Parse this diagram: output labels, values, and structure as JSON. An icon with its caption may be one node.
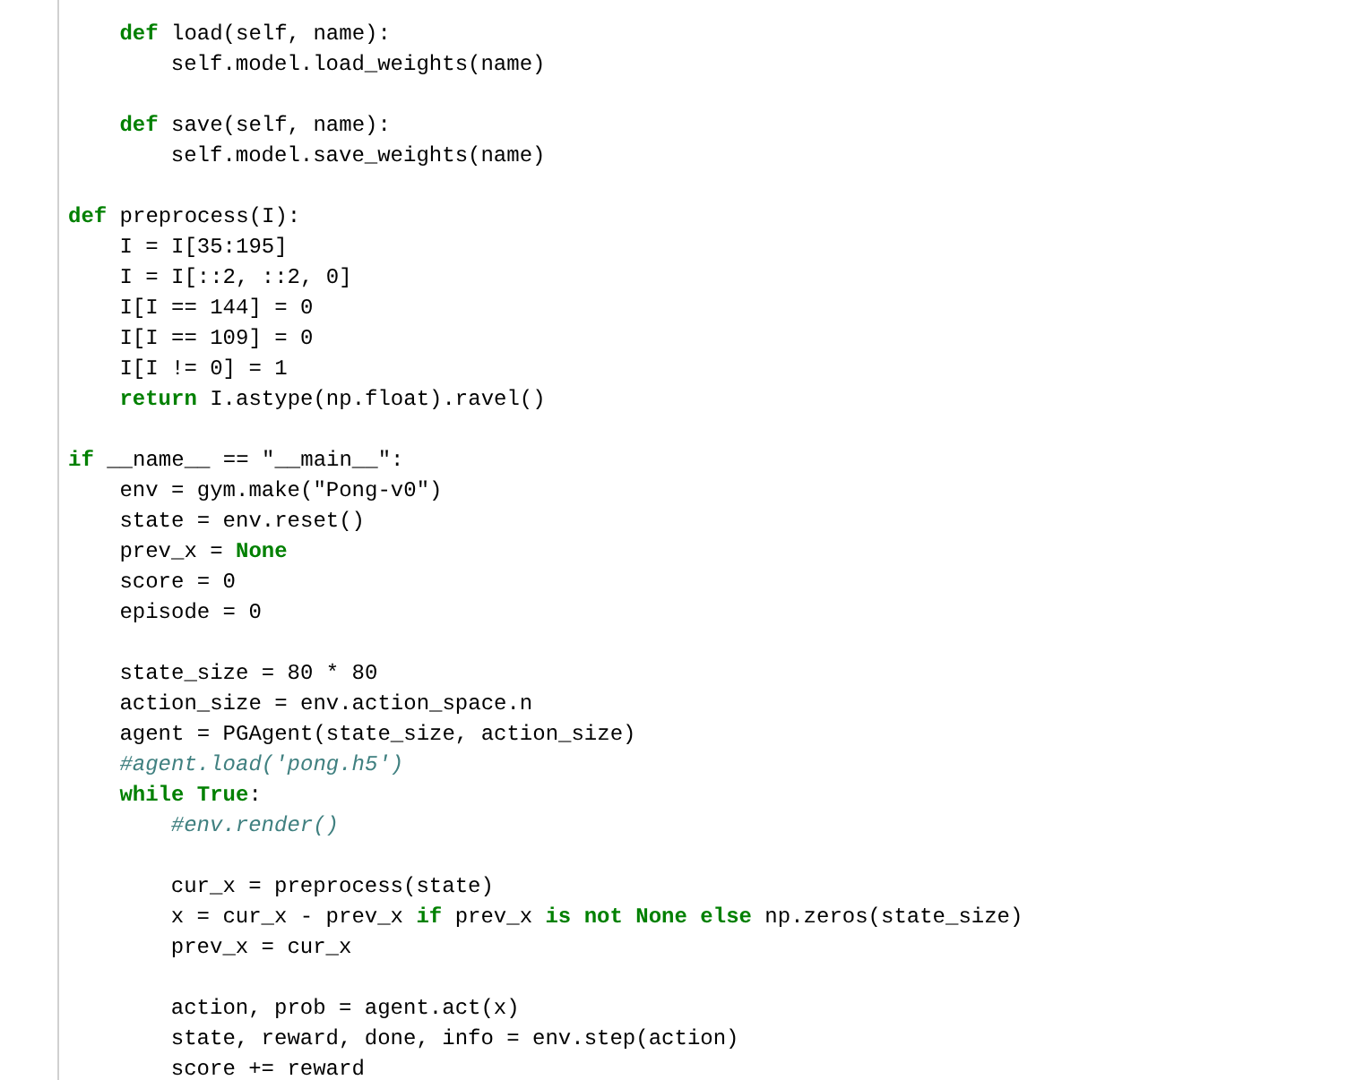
{
  "diagram": {
    "labels": [
      "**def** load(self, name):",
      "self.model.load_weights(name)",
      "**def** save(self, name):",
      "self.model.save_weights(name)",
      "**def** preprocess(I):",
      "I = I[35:195]",
      "I = I[::2, ::2, 0]",
      "I[I == 144] = 0",
      "I[I == 109] = 0",
      "I[I != 0] = 1",
      "**return** I.astype(np.float).ravel()",
      "**if** __name__ == \"__main__\":",
      "env = gym.make(\"Pong-v0\")",
      "state = env.reset()",
      "prev_x = **None**",
      "score = 0",
      "episode = 0",
      "state_size = 80 * 80",
      "action_size = env.action_space.n",
      "agent = PGAgent(state_size, action_size)",
      "#agent.load('pong.h5')",
      "**while** **True**:",
      "#env.render()",
      "cur_x = preprocess(state)",
      "x = cur_x - prev_x **if** prev_x **is not** **None** **else** np.zeros(state_size)",
      "prev_x = cur_x",
      "action, prob = agent.act(x)",
      "state, reward, done, info = env.step(action)",
      "score += reward"
    ]
  }
}
